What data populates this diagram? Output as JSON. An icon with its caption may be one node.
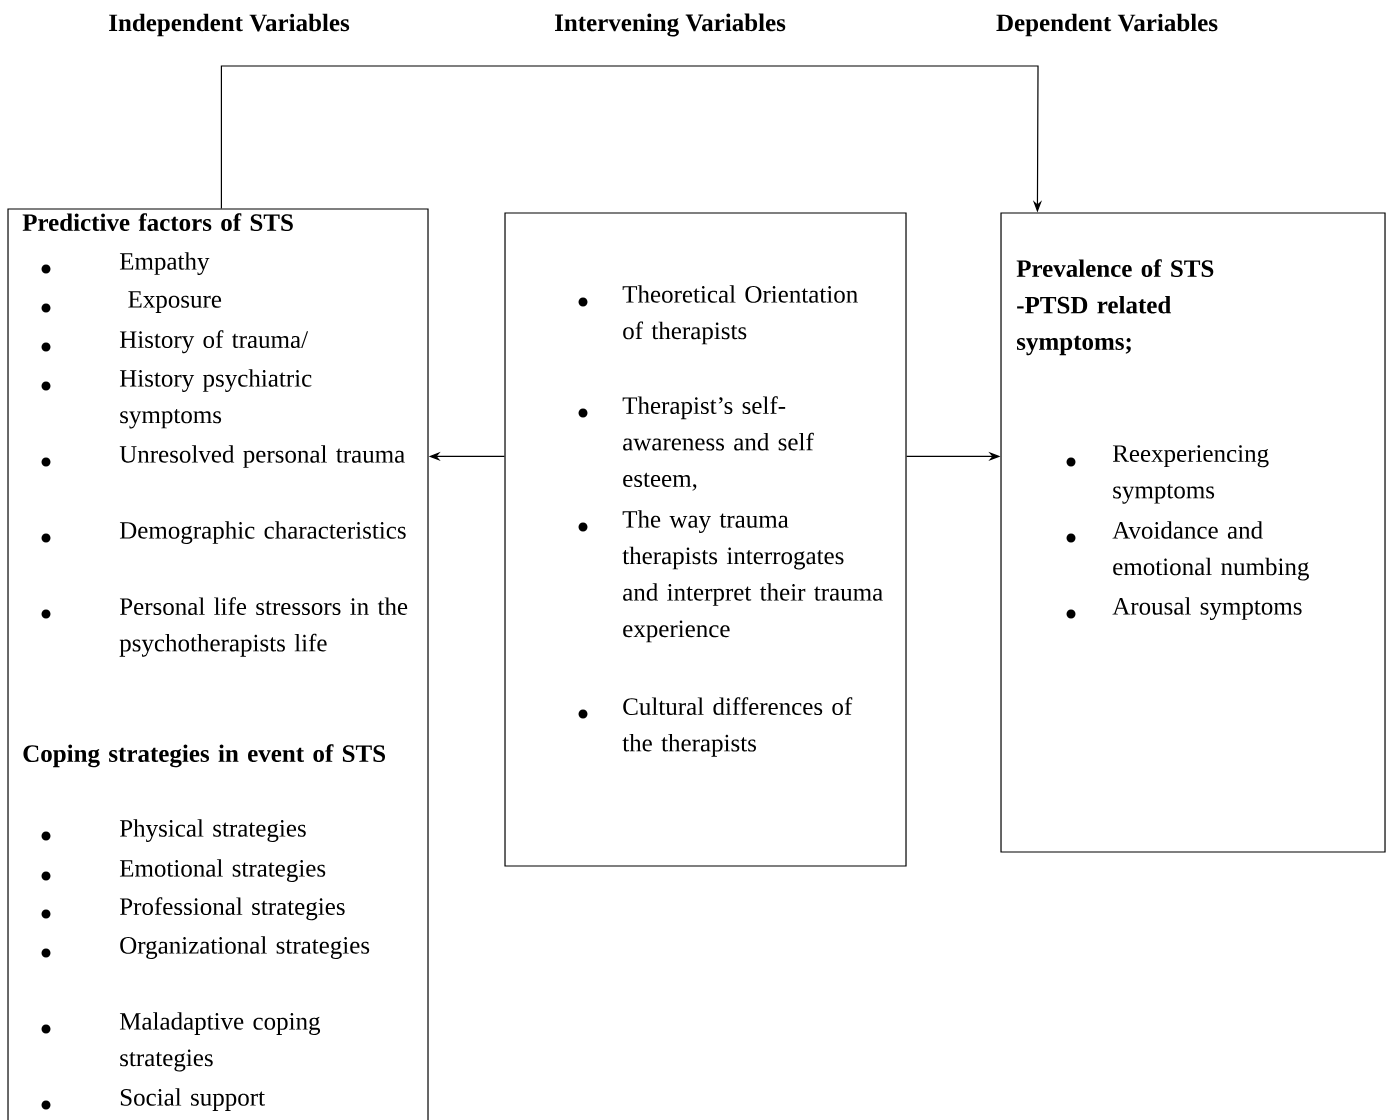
{
  "diagram": {
    "nodes": [
      {
        "text": [
          "Predictive factors of STS",
          "Empathy",
          " Exposure",
          "History of trauma/",
          "History psychiatric symptoms",
          "Unresolved personal trauma",
          "Demographic characteristics",
          "Personal life  stressors in the psychotherapists life",
          "Coping strategies in event of STS",
          "Physical strategies",
          "Emotional strategies",
          "Professional strategies",
          "Organizational strategies",
          "Maladaptive coping strategies",
          "Social support"
        ]
      },
      {
        "text": [
          "Theoretical Orientation of therapists",
          "Therapist’s self-awareness and self esteem,",
          "The way trauma therapists interrogates and interpret their trauma experience",
          "Cultural differences of the therapists"
        ]
      },
      {
        "text": [
          "Prevalence of STS -PTSD related symptoms;",
          "Reexperiencing symptoms",
          "Avoidance and emotional numbing",
          "Arousal symptoms"
        ]
      }
    ],
    "edges": [
      {
        "from": 0,
        "to": 2,
        "arrow": "to"
      },
      {
        "from": 1,
        "to": 0,
        "arrow": "to"
      },
      {
        "from": 1,
        "to": 2,
        "arrow": "to"
      }
    ],
    "labels": [
      "Independent Variables",
      "Intervening Variables",
      "Dependent Variables"
    ]
  }
}
